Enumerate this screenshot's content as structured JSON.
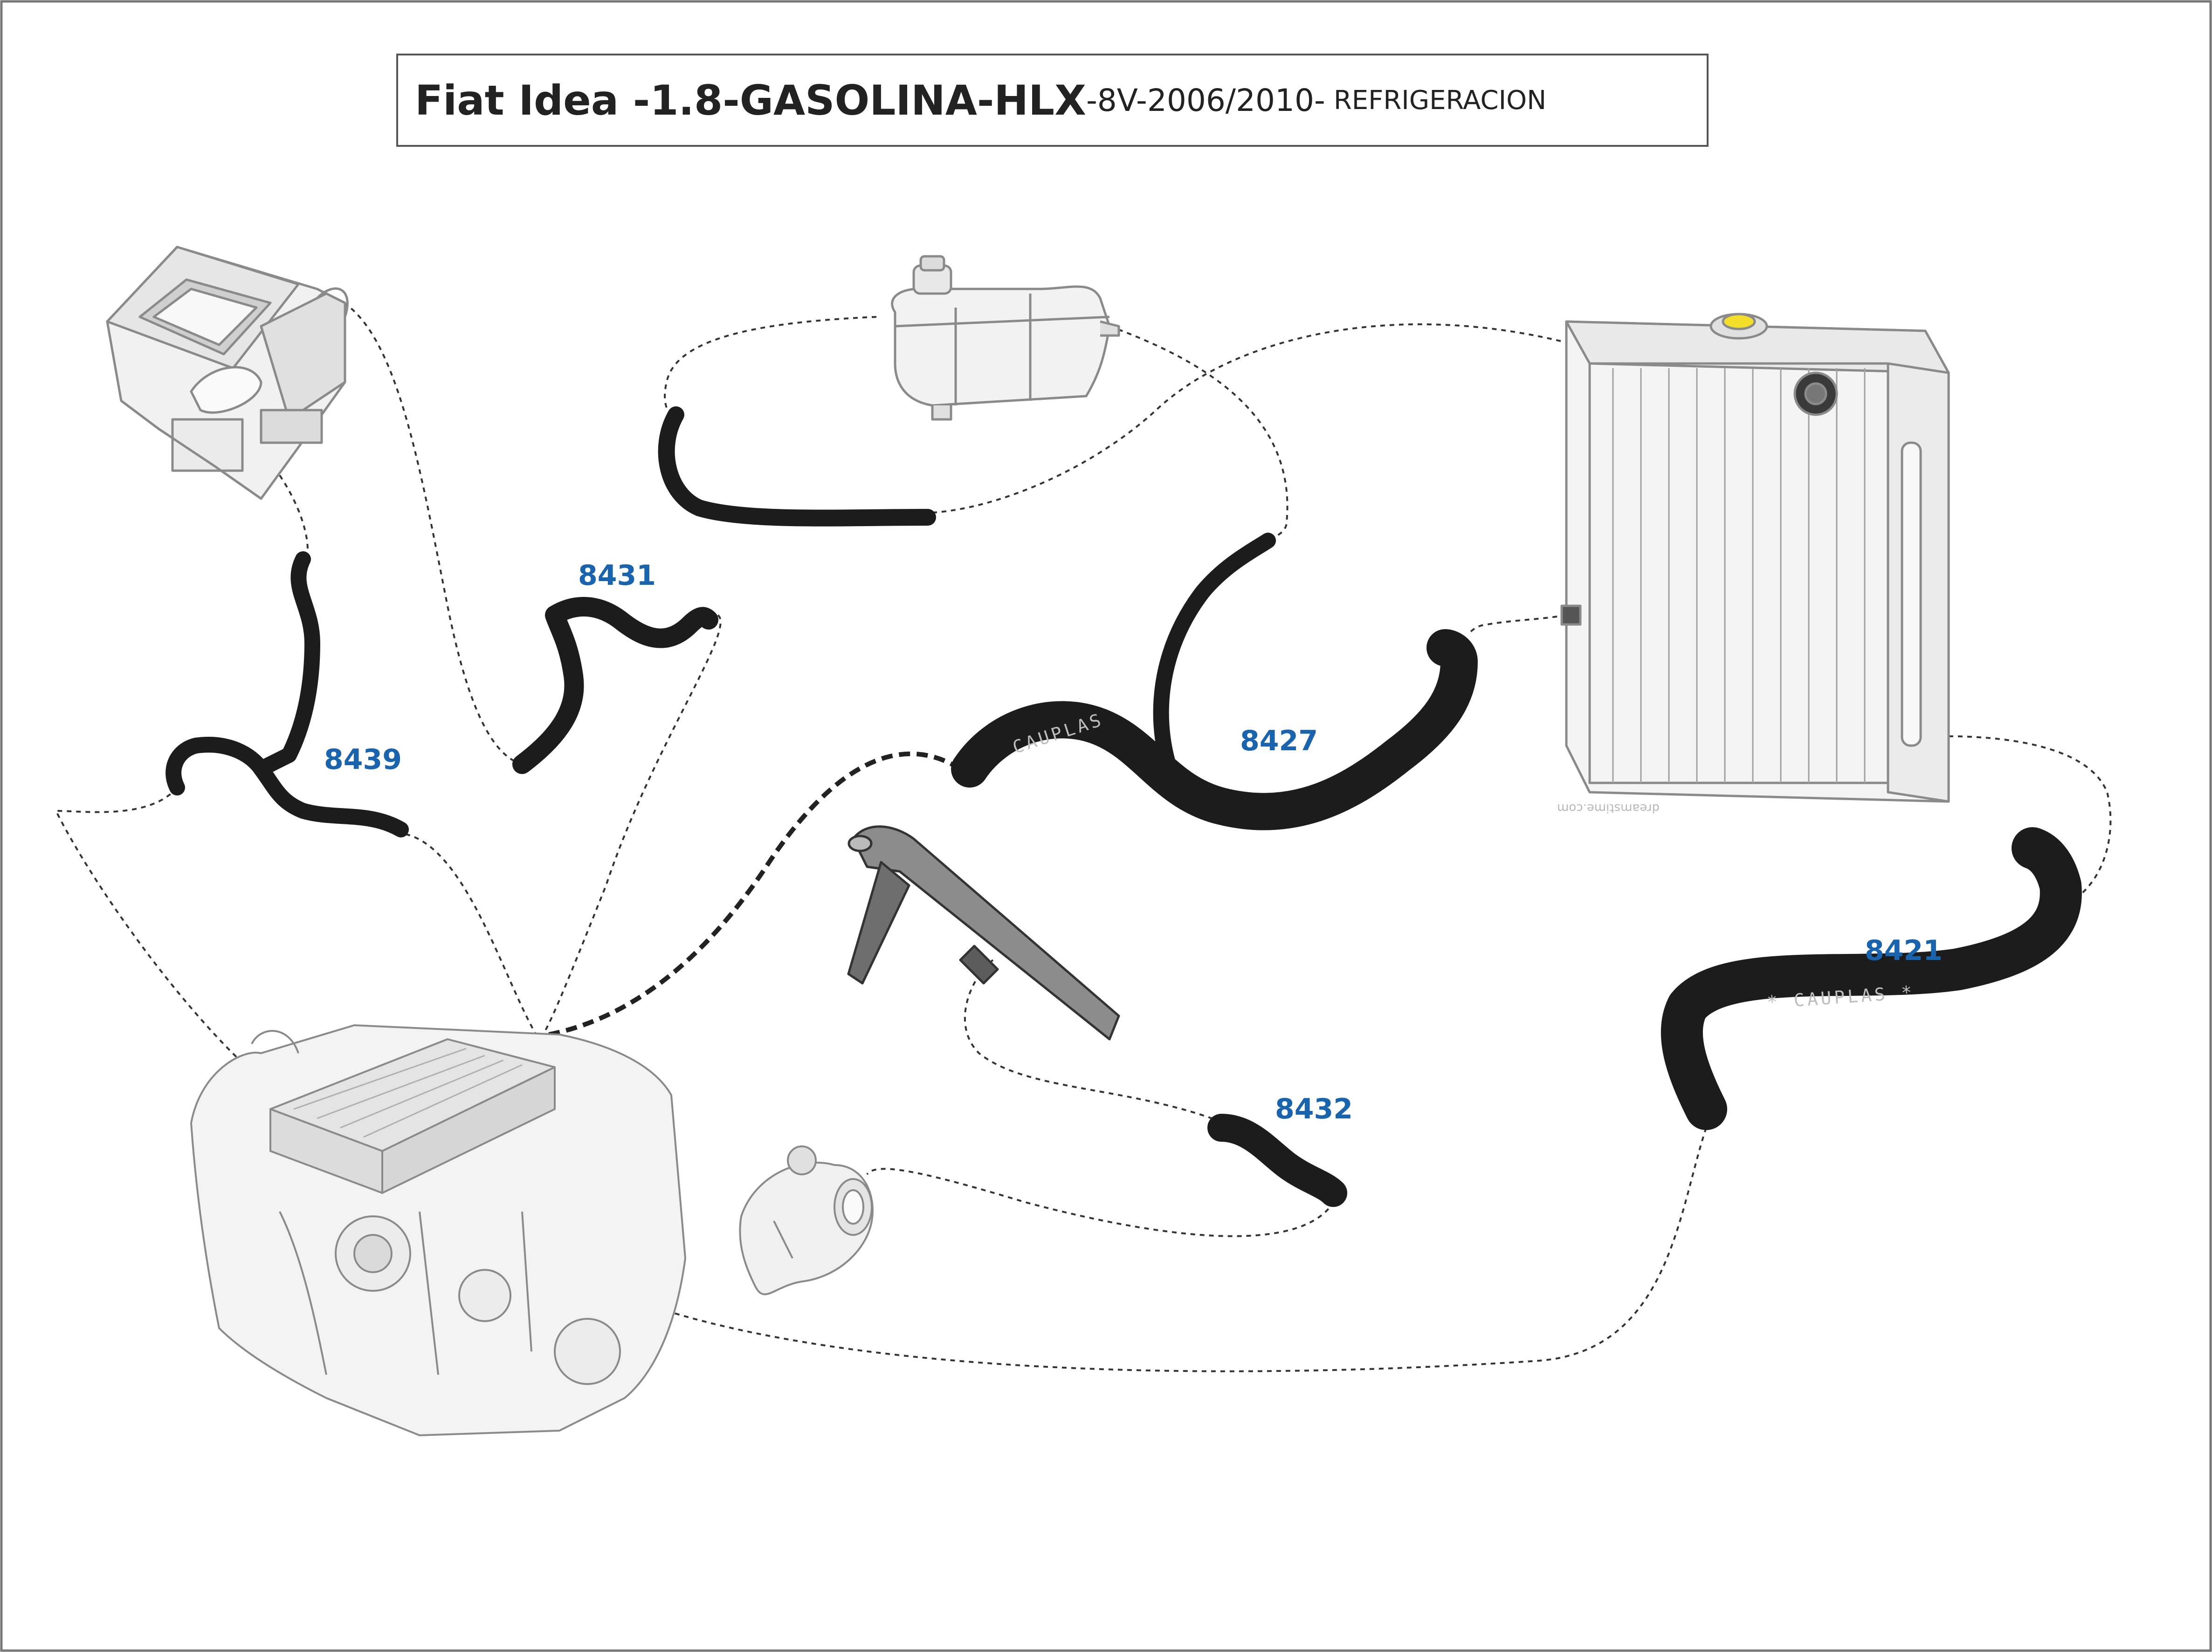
{
  "title": {
    "main": "Fiat Idea -1.8-GASOLINA-HLX",
    "sub": "-8V-2006/2010-",
    "section": "REFRIGERACION"
  },
  "parts": [
    {
      "id": "p8431",
      "number": "8431"
    },
    {
      "id": "p8439",
      "number": "8439"
    },
    {
      "id": "p8427",
      "number": "8427"
    },
    {
      "id": "p8421",
      "number": "8421"
    },
    {
      "id": "p8432",
      "number": "8432"
    }
  ],
  "hose_prints": {
    "h8421": "* CAUPLAS *",
    "h8427": "CAUPLAS"
  },
  "watermark": "dreamstime.com",
  "colors": {
    "label": "#1a64ad",
    "hose": "#1c1c1c",
    "line": "#333333",
    "component": "#8a8a8a"
  }
}
